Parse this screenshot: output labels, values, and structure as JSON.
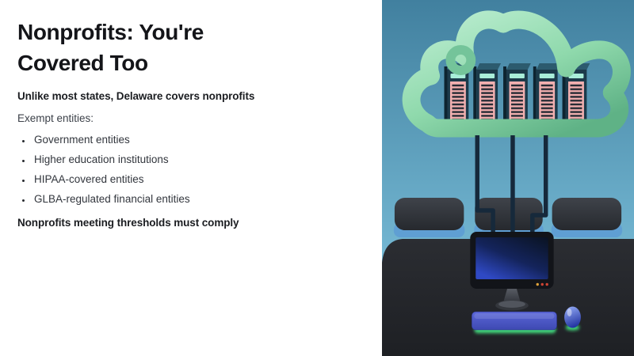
{
  "slide": {
    "title": "Nonprofits: You're Covered Too",
    "subtitle": "Unlike most states, Delaware covers nonprofits",
    "exempt_label": "Exempt entities:",
    "bullets": [
      "Government entities",
      "Higher education institutions",
      "HIPAA-covered entities",
      "GLBA-regulated financial entities"
    ],
    "note": "Nonprofits meeting thresholds must comply"
  },
  "illustration": {
    "alt": "3D illustration of a green cloud outline holding five pink-striped server towers, with cables running down to a monitor on a dark desk beside a keyboard, mouse and three charging pads",
    "colors": {
      "sky_top": "#41809f",
      "sky_bottom": "#87cce6",
      "cloud_light": "#bdeed2",
      "cloud_dark": "#5fb286",
      "cloud_curl": "#74c49a",
      "server_body": "#1c3a4a",
      "server_top": "#2c5b6e",
      "server_side": "#0e2430",
      "server_vent": "#a9eed9",
      "server_panel": "#f2b0b0",
      "server_stripe": "#242a33",
      "cable": "#16293b",
      "pad_top": "#3f434a",
      "pad_bottom": "#26292e",
      "pad_base": "#5f9fd3",
      "desk_top": "#2b2d32",
      "desk_bottom": "#1d1f23",
      "monitor_bezel": "#121419",
      "screen_dark": "#0a1322",
      "screen_bright": "#2f49c4",
      "led_amber": "#e0a23a",
      "led_red": "#cf4433",
      "keyboard_top": "#5b67d8",
      "keyboard_bottom": "#3e49b2",
      "glow_green": "#43e07f",
      "mouse_light": "#8fa6f2",
      "mouse_dark": "#1e2f9e"
    }
  }
}
